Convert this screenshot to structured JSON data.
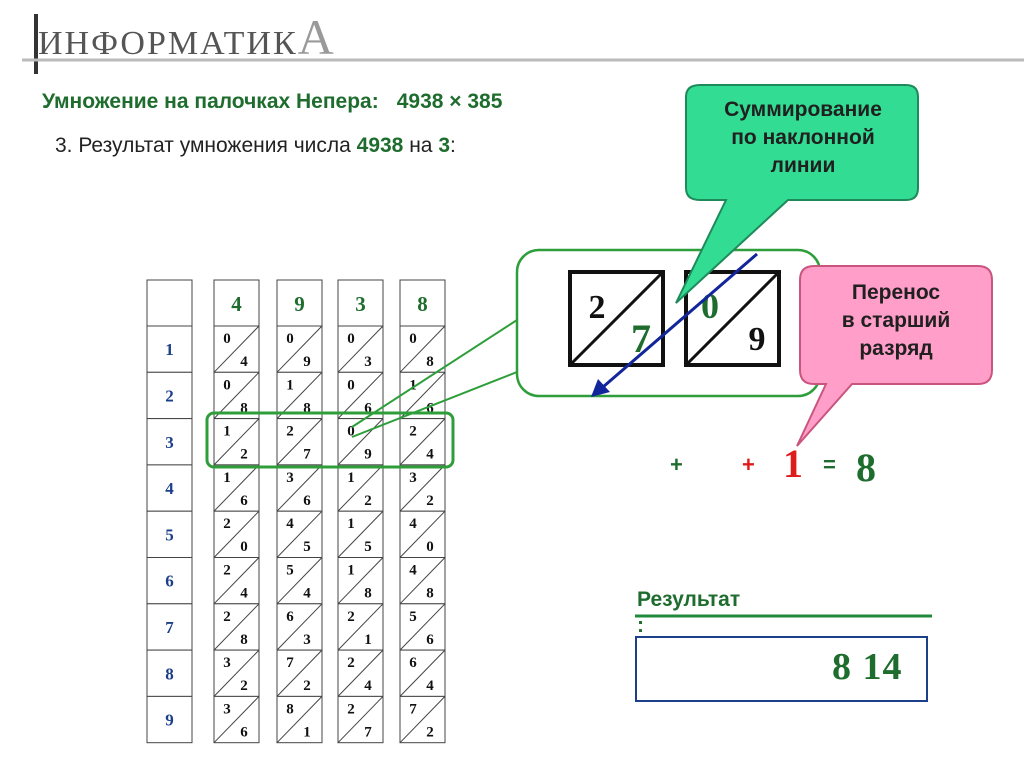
{
  "header": {
    "logo_text": "ИНФОРМАТИК",
    "logo_letter": "А"
  },
  "title": {
    "label": "Умножение на палочках Непера:",
    "expression": "4938 × 385"
  },
  "subtitle": {
    "prefix": "3. Результат умножения числа ",
    "number": "4938",
    "middle": " на ",
    "multiplier": "3",
    "suffix": ":"
  },
  "index_rod": [
    "1",
    "2",
    "3",
    "4",
    "5",
    "6",
    "7",
    "8",
    "9"
  ],
  "rods": [
    {
      "digit": "4",
      "cells": [
        [
          "0",
          "4"
        ],
        [
          "0",
          "8"
        ],
        [
          "1",
          "2"
        ],
        [
          "1",
          "6"
        ],
        [
          "2",
          "0"
        ],
        [
          "2",
          "4"
        ],
        [
          "2",
          "8"
        ],
        [
          "3",
          "2"
        ],
        [
          "3",
          "6"
        ]
      ]
    },
    {
      "digit": "9",
      "cells": [
        [
          "0",
          "9"
        ],
        [
          "1",
          "8"
        ],
        [
          "2",
          "7"
        ],
        [
          "3",
          "6"
        ],
        [
          "4",
          "5"
        ],
        [
          "5",
          "4"
        ],
        [
          "6",
          "3"
        ],
        [
          "7",
          "2"
        ],
        [
          "8",
          "1"
        ]
      ]
    },
    {
      "digit": "3",
      "cells": [
        [
          "0",
          "3"
        ],
        [
          "0",
          "6"
        ],
        [
          "0",
          "9"
        ],
        [
          "1",
          "2"
        ],
        [
          "1",
          "5"
        ],
        [
          "1",
          "8"
        ],
        [
          "2",
          "1"
        ],
        [
          "2",
          "4"
        ],
        [
          "2",
          "7"
        ]
      ]
    },
    {
      "digit": "8",
      "cells": [
        [
          "0",
          "8"
        ],
        [
          "1",
          "6"
        ],
        [
          "2",
          "4"
        ],
        [
          "3",
          "2"
        ],
        [
          "4",
          "0"
        ],
        [
          "4",
          "8"
        ],
        [
          "5",
          "6"
        ],
        [
          "6",
          "4"
        ],
        [
          "7",
          "2"
        ]
      ]
    }
  ],
  "zoom": {
    "cell1": [
      "2",
      "7"
    ],
    "cell2": [
      "0",
      "9"
    ]
  },
  "callout_sum": {
    "lines": [
      "Суммирование",
      "по наклонной",
      "линии"
    ]
  },
  "callout_carry": {
    "lines": [
      "Перенос",
      "в старший",
      "разряд"
    ]
  },
  "sum": {
    "plus1": "+",
    "plus2": "+",
    "carry": "1",
    "equals": "=",
    "result": "8"
  },
  "result": {
    "label": "Результат",
    "colon": ":",
    "value": "8 14"
  },
  "colors": {
    "green": "#1f6d2e",
    "callout_green": "#33dc93",
    "callout_pink": "#ff9ec8",
    "red": "#e01b1b",
    "arrow_blue": "#12259a"
  }
}
